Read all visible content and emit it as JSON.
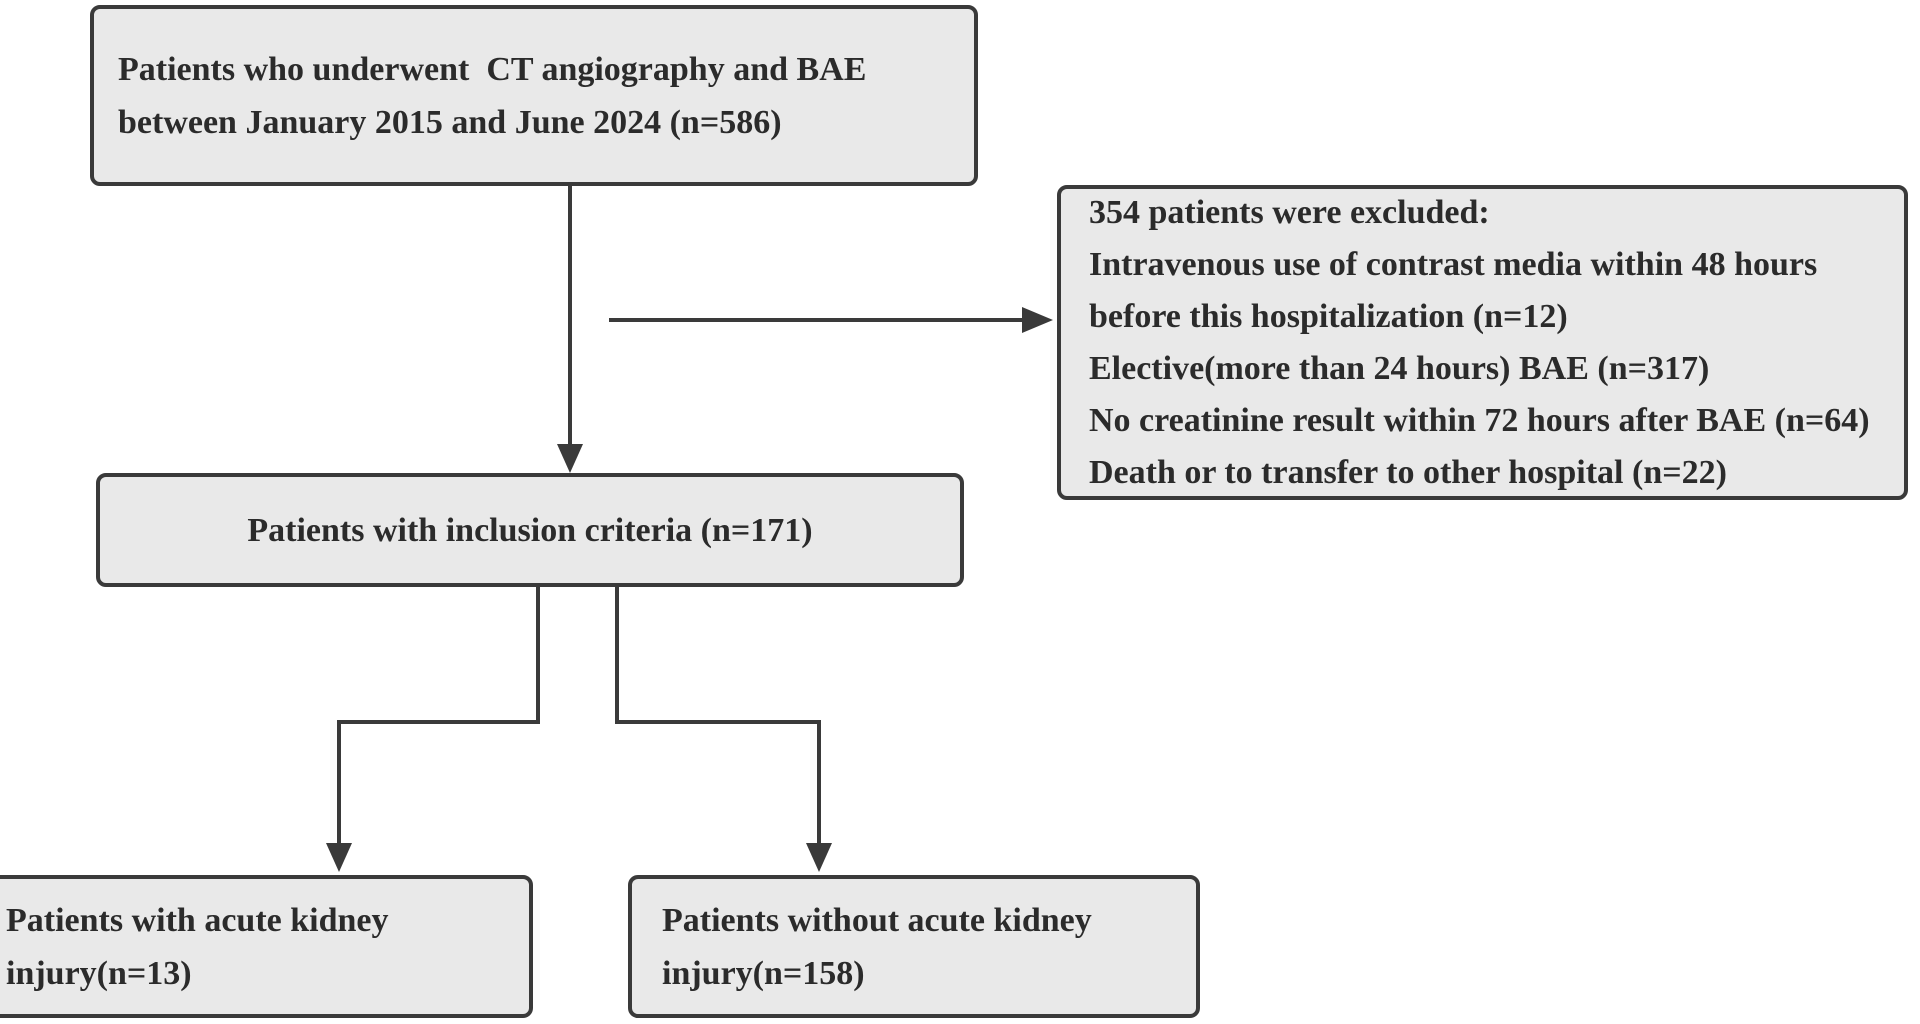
{
  "diagram": {
    "title": "Patient selection flowchart",
    "colors": {
      "box_fill": "#e9e9e9",
      "box_border": "#3a3a3a",
      "connector": "#3a3a3a",
      "text": "#2b2b2b",
      "background": "#ffffff"
    },
    "boxes": {
      "source": {
        "lines": [
          "Patients who underwent  CT angiography and BAE",
          "between January 2015 and June 2024 (n=586)"
        ]
      },
      "excluded": {
        "lines": [
          "354 patients were excluded:",
          "Intravenous use of contrast media within 48 hours",
          "before this hospitalization (n=12)",
          "Elective(more than 24 hours) BAE (n=317)",
          "No creatinine result within 72 hours after BAE (n=64)",
          "Death or to transfer to other hospital (n=22)"
        ]
      },
      "inclusion": {
        "lines": [
          "Patients with inclusion criteria (n=171)"
        ]
      },
      "aki": {
        "lines": [
          "Patients with acute kidney",
          "injury(n=13)"
        ]
      },
      "no_aki": {
        "lines": [
          "Patients without acute kidney",
          "injury(n=158)"
        ]
      }
    }
  }
}
